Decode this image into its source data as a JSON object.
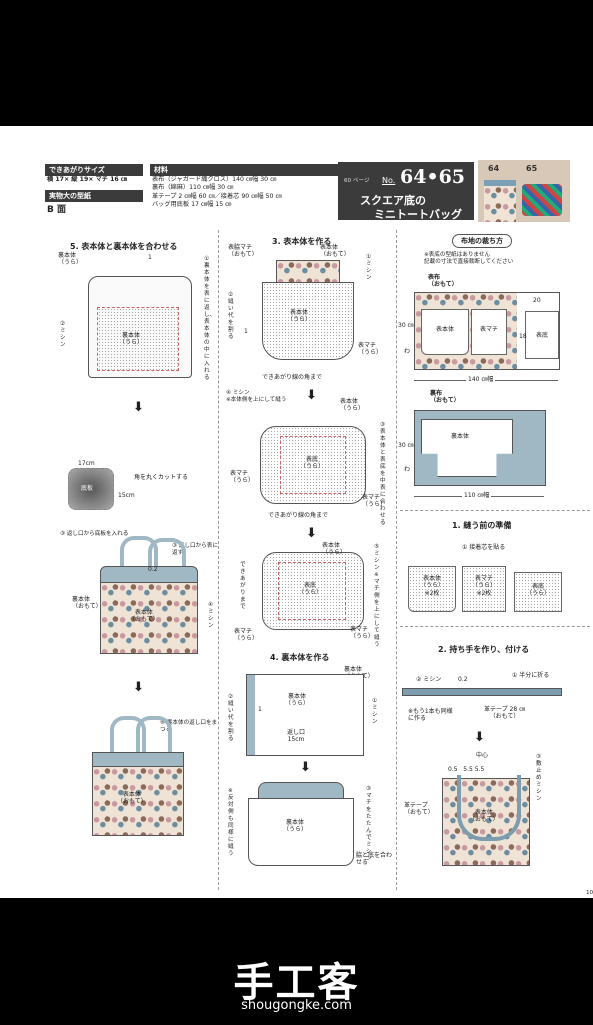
{
  "header": {
    "finished_size_label": "できあがりサイズ",
    "finished_size_value": "横 17× 縦 19× マチ 16 ㎝",
    "pattern_label": "実物大の型紙",
    "pattern_value": "B 面",
    "materials_label": "材料",
    "materials_lines": [
      "表布（ジャガード織クロス）140 ㎝幅 30 ㎝",
      "裏布（綿麻）110 ㎝幅 30 ㎝",
      "革テープ 2 ㎝幅 60 ㎝／接着芯 90 ㎝幅 50 ㎝",
      "バッグ用底板 17 ㎝幅 15 ㎝"
    ],
    "page_ref": "60 ページ",
    "number_prefix": "No.",
    "number": "64•65",
    "title_line1": "スクエア底の",
    "title_line2": "ミニトートバッグ",
    "photo_label_64": "64",
    "photo_label_65": "65"
  },
  "step5": {
    "title": "5. 表本体と裏本体を合わせる",
    "diagram1": {
      "ura_label": "裏本体\n（うら）",
      "callout_num": "1",
      "note1": "① 裏本体を表に返し、表本体の中に入れる",
      "note2": "② ミシン",
      "center_label": "裏本体\n（うら）"
    },
    "diagram2": {
      "top_dim": "17cm",
      "side_dim": "15cm",
      "board_label": "底板",
      "note": "角を丸くカットする"
    },
    "diagram3": {
      "note_left": "③ 返し口から底板を入れる",
      "note_right": "③ 返し口から表に返す",
      "dim": "0.2",
      "ura_label": "裏本体\n（おもて）",
      "center_label": "表本体\n（おもて）",
      "note_side": "④ ミシン"
    },
    "diagram4": {
      "note": "⑥ 裏本体の返し口をまつる",
      "center_label": "表本体\n（おもて）"
    }
  },
  "step3": {
    "title": "3. 表本体を作る",
    "d1": {
      "label_machi": "表脇マチ\n（おもて）",
      "label_hontai": "表本体\n（おもて）",
      "note_mishin": "① ミシン",
      "note_nui": "② 縫い代を割る",
      "center": "表本体\n（うら）",
      "bottom_note": "できあがり線の角まで",
      "machi_ura": "表マチ\n（うら）",
      "num1": "1"
    },
    "d2": {
      "note_top": "④ ミシン\n※本体側を上にして縫う",
      "label_hontai": "表本体\n（うら）",
      "center": "表底\n（うら）",
      "note_right": "③ 表本体と表底を中表に合わせる",
      "machi_l": "表マチ\n（うら）",
      "machi_r": "表マチ\n（うら）",
      "bottom_note": "できあがり線の角まで"
    },
    "d3": {
      "note_left": "できあがりまで",
      "center": "表底\n（うら）",
      "label_hontai": "表本体\n（うら）",
      "note_right": "⑤ ミシン\n※マチ側を上にして縫う",
      "machi_l": "表マチ\n（うら）",
      "machi_r": "表マチ\n（うら）"
    }
  },
  "step4": {
    "title": "4. 裏本体を作る",
    "d1": {
      "label_top": "裏本体\n（おもて）",
      "center": "裏本体\n（うら）",
      "note_mishin": "① ミシン",
      "note_nui": "② 縫い代を割る",
      "opening": "返し口\n15cm",
      "num1": "1"
    },
    "d2": {
      "center": "裏本体\n（うら）",
      "note_left": "※反対側も同様に縫う",
      "note_right": "③ マチをたたんでミシン",
      "note_bottom": "脇と底を合わせる"
    }
  },
  "cutting": {
    "title": "布地の裁ち方",
    "note": "※表底の型紙はありません\n記載の寸法で直接裁断してください",
    "layout1": {
      "fabric_label": "表布\n（おもて）",
      "dim_h": "30 ㎝",
      "dim_w": "140 ㎝幅",
      "wa": "わ",
      "piece1": "表本体",
      "piece2": "表マチ",
      "piece3": "表底",
      "dim20": "20",
      "dim18": "18"
    },
    "layout2": {
      "fabric_label": "裏布\n（おもて）",
      "dim_h": "30 ㎝",
      "dim_w": "110 ㎝幅",
      "wa": "わ",
      "piece1": "裏本体"
    }
  },
  "step1": {
    "title": "1. 縫う前の準備",
    "note": "① 接着芯を貼る",
    "piece1": "表本体\n（うら）\n※2枚",
    "piece2": "表マチ\n（うら）\n※2枚",
    "piece3": "表底\n（うら）"
  },
  "step2": {
    "title": "2. 持ち手を作り、付ける",
    "note_mishin": "② ミシン",
    "dim": "0.2",
    "note_fold": "① 半分に折る",
    "note_other": "※もう1本も同様に作る",
    "tape_label": "革テープ 28 ㎝\n（おもて）",
    "center_label": "中心",
    "dims_top": "0.5   5.5 5.5",
    "note_stop": "③ 敷止めミシン",
    "tape_left": "革テープ\n（おもて）",
    "bag_label": "表本体\n（おもて）"
  },
  "page_number": "10",
  "watermark": {
    "chars": "手工客",
    "url": "shougongke.com"
  }
}
